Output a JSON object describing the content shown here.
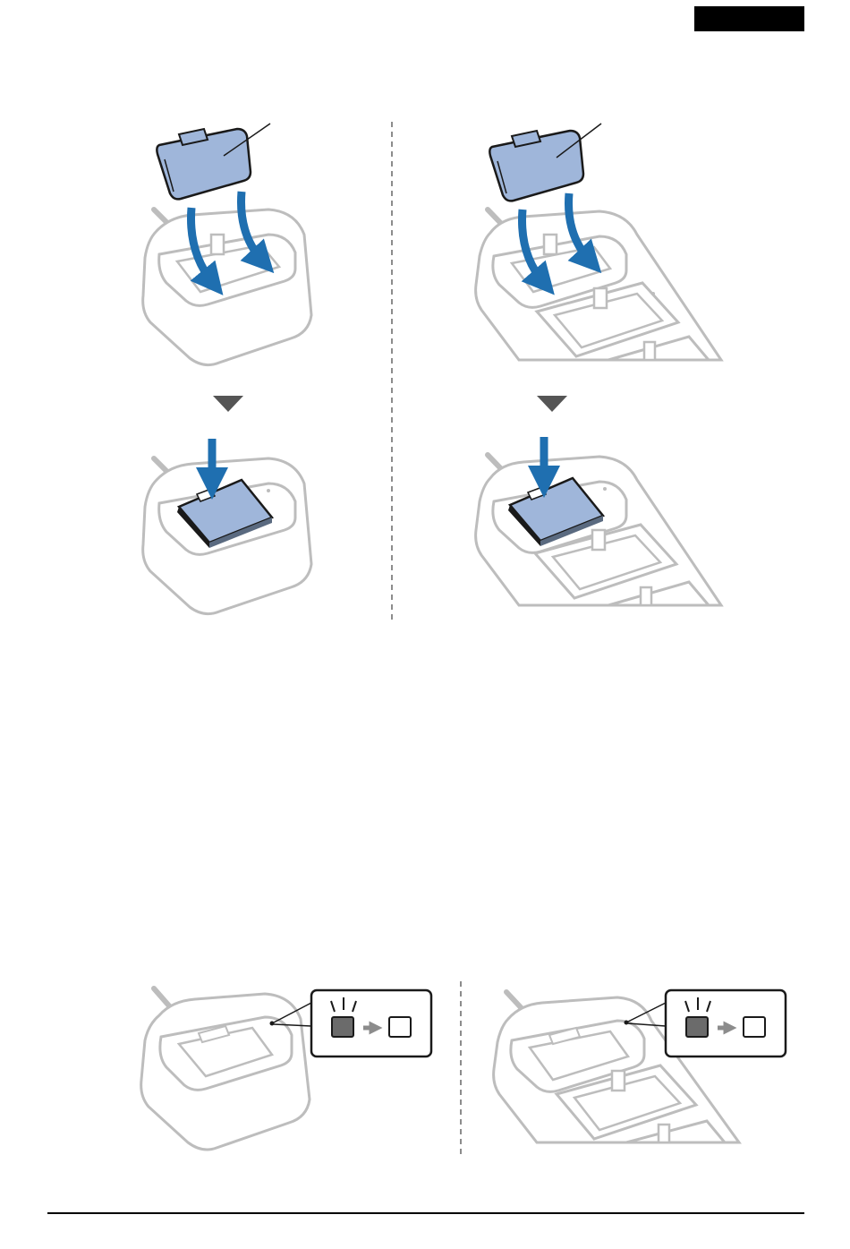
{
  "page": {
    "header_tab_color": "#000000",
    "footer_rule_color": "#000000"
  },
  "colors": {
    "device_outline": "#bdbdbd",
    "battery_fill": "#9fb6da",
    "battery_outline": "#1a1a1a",
    "arrow_blue": "#1f6fb0",
    "step_arrow": "#555555",
    "divider": "#666666",
    "led_on": "#6b6b6b",
    "led_off": "#ffffff",
    "callout_stroke": "#1a1a1a"
  },
  "figures": {
    "insert_single": {
      "icon": "single-charger-insert-illustration"
    },
    "insert_multi": {
      "icon": "multi-charger-insert-illustration"
    },
    "press_single": {
      "icon": "single-charger-press-illustration"
    },
    "press_multi": {
      "icon": "multi-charger-press-illustration"
    },
    "led_single": {
      "icon": "single-charger-led-illustration",
      "led_states": [
        "on",
        "off"
      ]
    },
    "led_multi": {
      "icon": "multi-charger-led-illustration",
      "led_states": [
        "on",
        "off"
      ]
    }
  }
}
